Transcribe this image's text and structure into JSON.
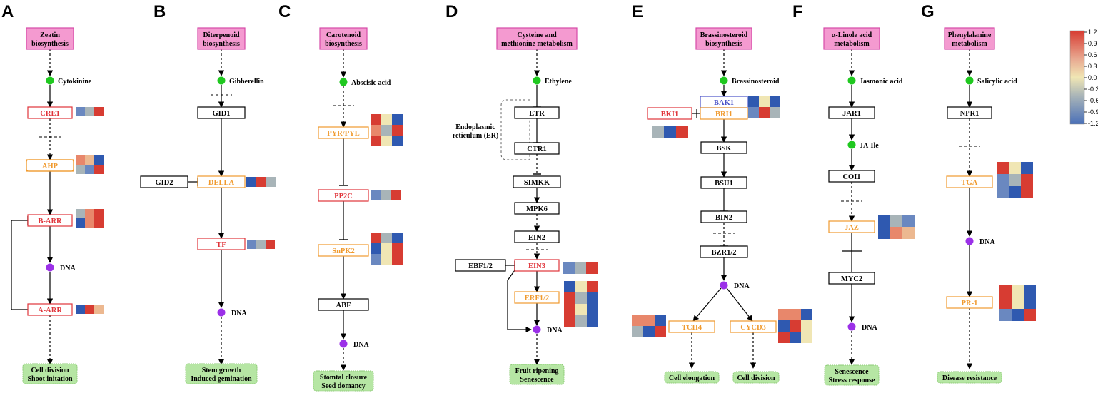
{
  "panels": [
    {
      "letter": "A",
      "source": [
        "Zeatin",
        "biosynthesis"
      ],
      "metabolite": "Cytokinine",
      "nodes": [
        "CRE1",
        "AHP",
        "B-ARR",
        "A-ARR"
      ],
      "dna": "DNA",
      "outcome": [
        "Cell division",
        "Shoot initation"
      ]
    },
    {
      "letter": "B",
      "source": [
        "Diterpenoid",
        "biosynthesis"
      ],
      "metabolite": "Gibberellin",
      "nodes": [
        "GID1",
        "DELLA",
        "TF",
        "GID2"
      ],
      "dna": "DNA",
      "outcome": [
        "Stem growth",
        "Induced gemination"
      ]
    },
    {
      "letter": "C",
      "source": [
        "Carotenoid",
        "biosynthesis"
      ],
      "metabolite": "Abscisic acid",
      "nodes": [
        "PYR/PYL",
        "PP2C",
        "SnPK2",
        "ABF"
      ],
      "dna": "DNA",
      "outcome": [
        "Stomtal closure",
        "Seed domancy"
      ]
    },
    {
      "letter": "D",
      "source": [
        "Cysteine and",
        "methionine metabolism"
      ],
      "metabolite": "Ethylene",
      "nodes": [
        "ETR",
        "CTR1",
        "SIMKK",
        "MPK6",
        "EIN2",
        "EIN3",
        "ERF1/2",
        "EBF1/2"
      ],
      "dna": "DNA",
      "note": [
        "Endoplasmic",
        "reticulum (ER)"
      ],
      "outcome": [
        "Fruit ripening",
        "Senescence"
      ]
    },
    {
      "letter": "E",
      "source": [
        "Brassinosteroid",
        "biosynthesis"
      ],
      "metabolite": "Brassinosteroid",
      "nodes": [
        "BAK1",
        "BRI1",
        "BKI1",
        "BSK",
        "BSU1",
        "BIN2",
        "BZR1/2",
        "TCH4",
        "CYCD3"
      ],
      "dna": "DNA",
      "outcomes": [
        "Cell elongation",
        "Cell division"
      ]
    },
    {
      "letter": "F",
      "source": [
        "α-Linole acid",
        "metabolism"
      ],
      "metabolite": "Jasmonic acid",
      "nodes": [
        "JAR1",
        "COI1",
        "JAZ",
        "MYC2"
      ],
      "metabolite2": "JA-Ile",
      "dna": "DNA",
      "outcome": [
        "Senescence",
        "Stress response"
      ]
    },
    {
      "letter": "G",
      "source": [
        "Phenylalanine",
        "metabolism"
      ],
      "metabolite": "Salicylic acid",
      "nodes": [
        "NPR1",
        "TGA",
        "PR-1"
      ],
      "dna": "DNA",
      "outcome": [
        "Disease resistance"
      ]
    }
  ],
  "colorbar": {
    "ticks": [
      "1.2",
      "0.9",
      "0.6",
      "0.3",
      "0.0",
      "-0.3",
      "-0.6",
      "-0.9",
      "-1.2"
    ],
    "stops": [
      "#d73c32",
      "#e8a890",
      "#f0e6b4",
      "#a8b4b8",
      "#4a70b8"
    ]
  },
  "colors": {
    "source_fill": "#f49ad0",
    "source_stroke": "#d64aa8",
    "red_node": "#e0343a",
    "orange_node": "#f09a2e",
    "blue_node": "#4a52c8",
    "black_node": "#000000",
    "metabolite": "#1fc81f",
    "dna": "#9b30e8",
    "outcome_fill": "#b6e6a4"
  },
  "heat_colors": {
    "r": "#d73c32",
    "s": "#e8876b",
    "t": "#ecb890",
    "y": "#f0e6b4",
    "g": "#a8b4b8",
    "b": "#2f59b0",
    "m": "#6a88c0"
  }
}
